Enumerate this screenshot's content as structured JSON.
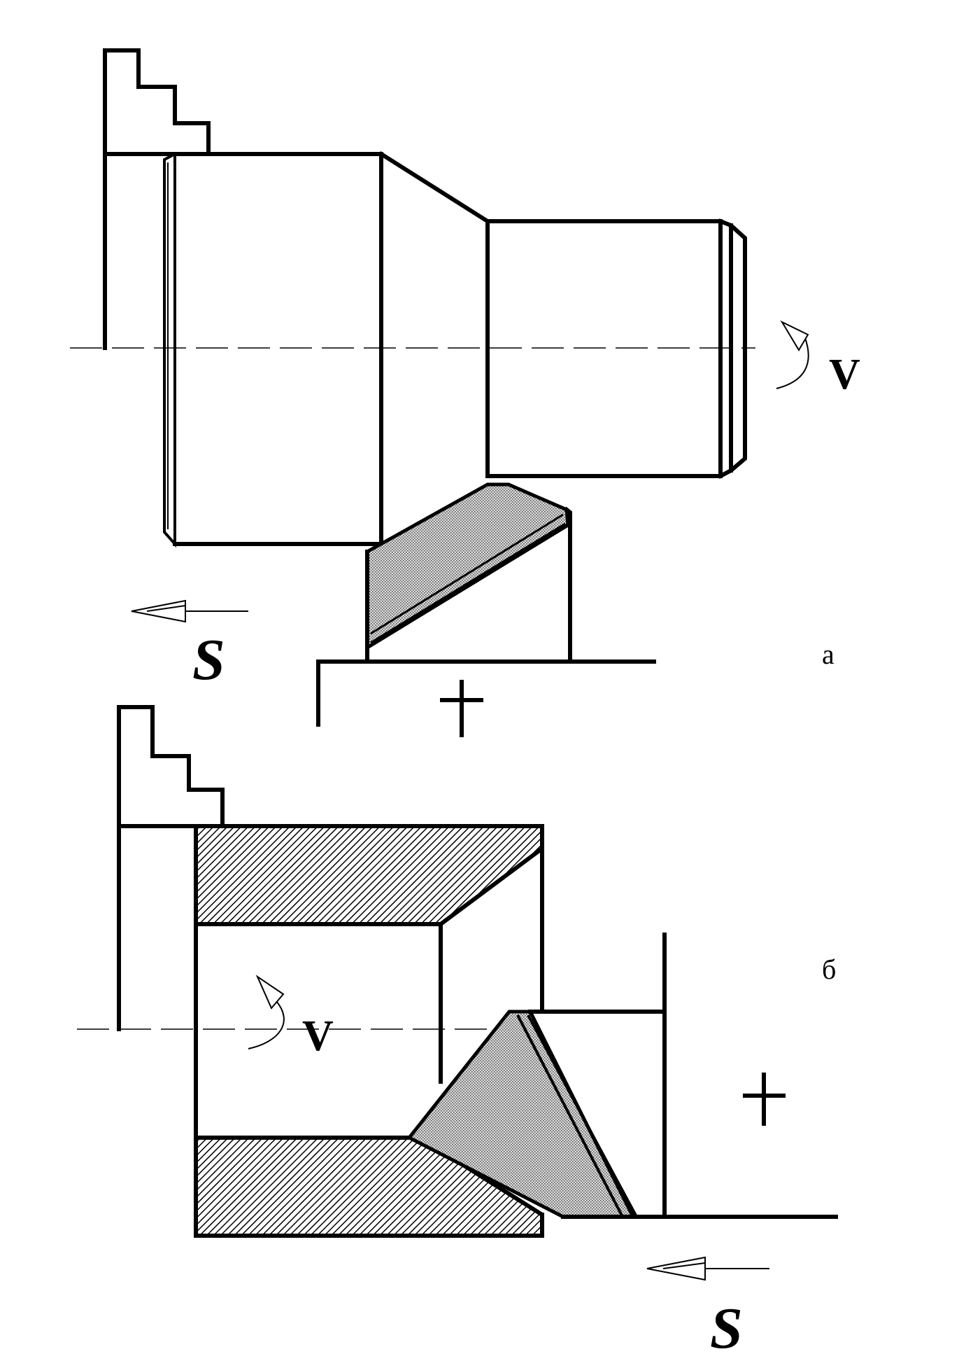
{
  "labels": {
    "panel_a": "а",
    "panel_b": "б",
    "velocity": "V",
    "feed": "S"
  },
  "colors": {
    "line": "#000000",
    "background": "#ffffff",
    "tool_fill": "#c8c8c8",
    "hatch": "#000000"
  }
}
